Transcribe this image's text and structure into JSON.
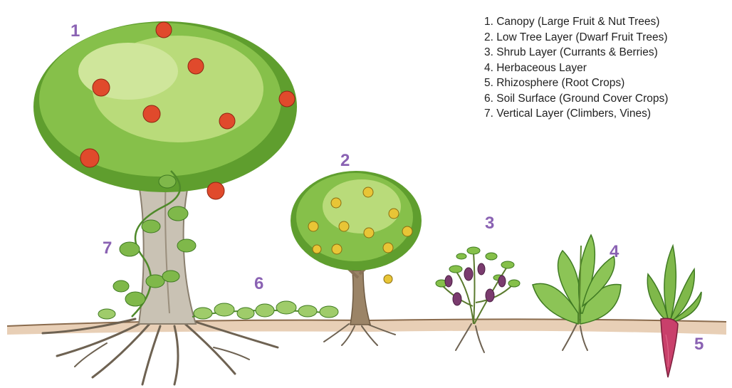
{
  "colors": {
    "number": "#8a62b3",
    "legend_text": "#222222",
    "leaf_light": "#b9db7a",
    "leaf_dark": "#5f9e2e",
    "leaf_mid": "#86c04a",
    "trunk": "#c9c2b4",
    "trunk_shade": "#9a8f7d",
    "root": "#6e6252",
    "soil": "#d4b08e",
    "apple": "#e04a2c",
    "yellow_fruit": "#e8c536",
    "berry": "#7a3b6e",
    "beet": "#c9406b"
  },
  "icons": [
    "apple-tree-icon",
    "dwarf-fruit-tree-icon",
    "berry-shrub-icon",
    "herbaceous-plant-icon",
    "root-crop-icon",
    "ground-cover-icon",
    "climbing-vine-icon"
  ],
  "layers": [
    {
      "number": "1",
      "label": "1. Canopy (Large Fruit & Nut Trees)"
    },
    {
      "number": "2",
      "label": "2. Low Tree Layer (Dwarf Fruit Trees)"
    },
    {
      "number": "3",
      "label": "3. Shrub Layer (Currants & Berries)"
    },
    {
      "number": "4",
      "label": "4. Herbaceous Layer"
    },
    {
      "number": "5",
      "label": "5. Rhizosphere (Root Crops)"
    },
    {
      "number": "6",
      "label": "6. Soil Surface (Ground Cover Crops)"
    },
    {
      "number": "7",
      "label": "7. Vertical Layer (Climbers, Vines)"
    }
  ]
}
